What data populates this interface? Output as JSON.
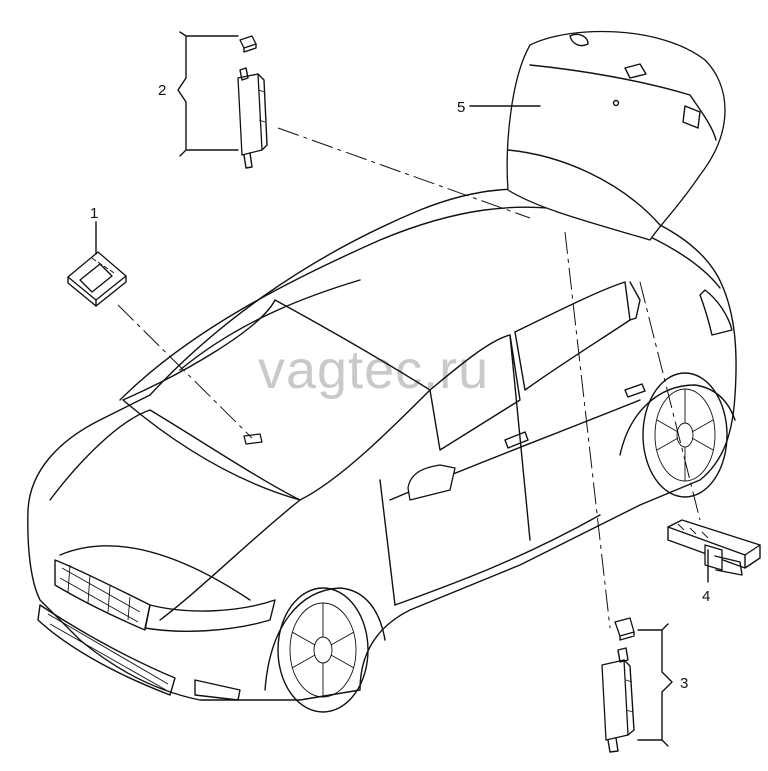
{
  "watermark": "vagtec.ru",
  "callouts": [
    {
      "number": "1",
      "part": "control-module"
    },
    {
      "number": "2",
      "part": "antenna-amplifier-upper"
    },
    {
      "number": "3",
      "part": "antenna-amplifier-lower"
    },
    {
      "number": "4",
      "part": "connector"
    },
    {
      "number": "5",
      "part": "rear-window"
    }
  ]
}
